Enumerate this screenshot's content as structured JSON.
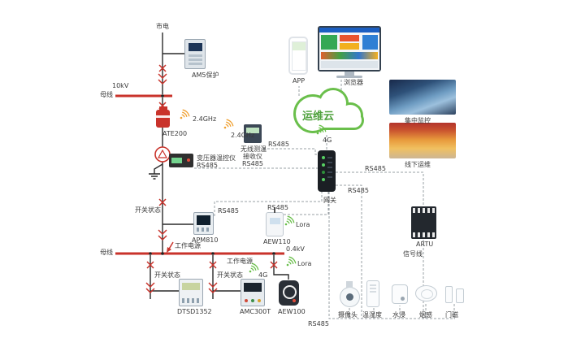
{
  "labels": {
    "mains": "市电",
    "kv10": "10kV",
    "busbar_top": "母线",
    "protection": "AM5保护",
    "ate200": "ATE200",
    "ghz_a": "2.4GHz",
    "ghz_b": "2.4GHz",
    "receiver_l1": "无线测温",
    "receiver_l2": "接收仪",
    "receiver_l3": "RS485",
    "rs485_recv_line": "RS485",
    "txctrl_l1": "变压器温控仪",
    "txctrl_l2": "RS485",
    "switch_state_1": "开关状态",
    "apm810": "APM810",
    "rs485_apm": "RS485",
    "aew110": "AEW110",
    "rs485_aew110": "RS485",
    "lora_a": "Lora",
    "work_power_1": "工作电源",
    "work_power_2": "工作电源",
    "kv04": "0.4kV",
    "busbar_bottom": "母线",
    "switch_state_2": "开关状态",
    "switch_state_3": "开关状态",
    "dtsd1352": "DTSD1352",
    "amc300t": "AMC300T",
    "g4_bottom": "4G",
    "aew100": "AEW100",
    "lora_b": "Lora",
    "gateway": "网关",
    "g4_gateway": "4G",
    "cloud": "运维云",
    "app": "APP",
    "browser": "浏览器",
    "central_monitor": "集中监控",
    "offline_ops": "线下运维",
    "rs485_line_a": "RS485",
    "rs485_line_b": "RS485",
    "artu": "ARTU",
    "signal_line": "信号线",
    "rs485_bottom": "RS485",
    "camera": "摄像头",
    "temp_humidity": "温湿度",
    "water": "水浸",
    "smoke": "烟感",
    "door": "门磁"
  },
  "colors": {
    "electric_red": "#c9332b",
    "signal_gray": "#9aa0a6",
    "cloud_green": "#6abf4b",
    "wireless_orange": "#f0a030"
  }
}
